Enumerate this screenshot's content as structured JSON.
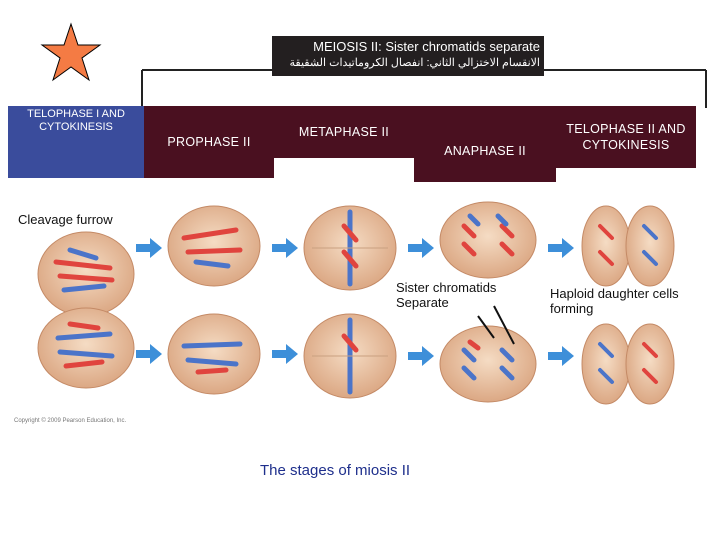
{
  "title": {
    "line1": "MEIOSIS II: Sister chromatids separate",
    "line2": "الانقسام الاختزالي الثاني: انفصال الكروماتيدات الشقيقة"
  },
  "stages": {
    "telophase_i": "TELOPHASE I AND CYTOKINESIS",
    "prophase_ii": "PROPHASE II",
    "metaphase_ii": "METAPHASE II",
    "anaphase_ii": "ANAPHASE II",
    "telophase_ii": "TELOPHASE II AND CYTOKINESIS"
  },
  "labels": {
    "cleavage_furrow": "Cleavage furrow",
    "sister_chromatids": "Sister chromatids Separate",
    "haploid": "Haploid daughter cells forming",
    "caption": "The stages of miosis II",
    "copyright": "Copyright © 2009 Pearson Education, Inc."
  },
  "colors": {
    "star": "#f47b44",
    "header_dark": "#4a1020",
    "header_blue": "#3a4c9c",
    "arrow": "#3d8fd9",
    "cell": "#e9c5a6",
    "chrom_red": "#e0443e",
    "chrom_blue": "#4b74c9"
  }
}
